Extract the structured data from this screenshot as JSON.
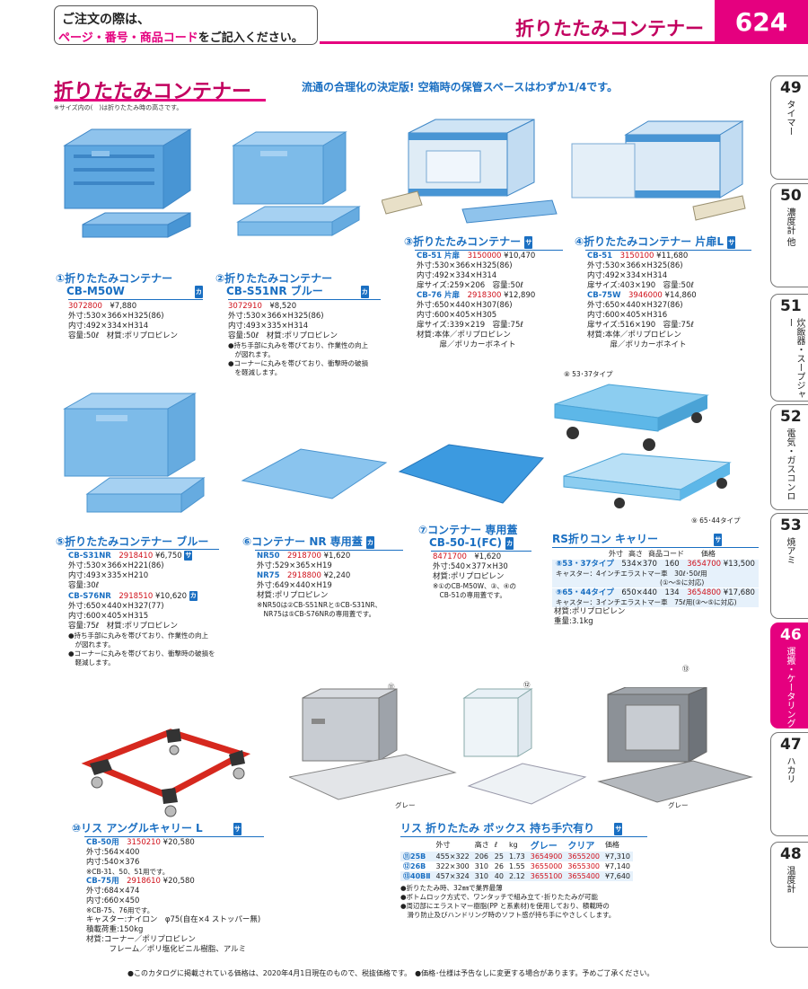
{
  "header": {
    "notice_line1": "ご注文の際は、",
    "notice_line2_pink": "ページ・番号・商品コード",
    "notice_line2_black": "をご記入ください。",
    "category_title": "折りたたみコンテナー",
    "page_number": "624"
  },
  "tabs": [
    {
      "num": "49",
      "label": "タイマー"
    },
    {
      "num": "50",
      "label": "濃度計 他"
    },
    {
      "num": "51",
      "label": "炊飯器・スープジャー"
    },
    {
      "num": "52",
      "label": "電気・ガスコンロ"
    },
    {
      "num": "53",
      "label": "焼アミ"
    },
    {
      "num": "46",
      "label": "運搬・ケータリング"
    },
    {
      "num": "47",
      "label": "ハカリ"
    },
    {
      "num": "48",
      "label": "温度計"
    }
  ],
  "section": {
    "title": "折りたたみコンテナー",
    "subtitle": "流通の合理化の決定版! 空箱時の保管スペースはわずか1/4です。",
    "note": "※サイズ内の(　)は折りたたみ時の高さです。"
  },
  "products": {
    "p1": {
      "no": "①",
      "name1": "折りたたみコンテナー",
      "name2": "CB-M50W",
      "badge": "カ",
      "code": "3072800",
      "price": "¥7,880",
      "lines": [
        "外寸:530×366×H325(86)",
        "内寸:492×334×H314",
        "容量:50ℓ　材質:ポリプロピレン"
      ]
    },
    "p2": {
      "no": "②",
      "name1": "折りたたみコンテナー",
      "name2": "CB-S51NR ブルー",
      "badge": "カ",
      "code": "3072910",
      "price": "¥8,520",
      "lines": [
        "外寸:530×366×H325(86)",
        "内寸:493×335×H314",
        "容量:50ℓ　材質:ポリプロピレン"
      ],
      "notes": [
        "●持ち手部に丸みを帯びており、作業性の向上",
        "　が図れます。",
        "●コーナーに丸みを帯びており、衝撃時の破損",
        "　を軽減します。"
      ]
    },
    "p3": {
      "no": "③",
      "name": "折りたたみコンテナー",
      "badge": "サ",
      "model1": "CB-51 片扉",
      "code1": "3150000",
      "price1": "¥10,470",
      "lines1": [
        "外寸:530×366×H325(86)",
        "内寸:492×334×H314",
        "扉サイズ:259×206　容量:50ℓ"
      ],
      "model2": "CB-76 片扉",
      "code2": "2918300",
      "price2": "¥12,890",
      "lines2": [
        "外寸:650×440×H307(86)",
        "内寸:600×405×H305",
        "扉サイズ:339×219　容量:75ℓ",
        "材質:本体／ポリプロピレン",
        "　　　扉／ポリカーボネイト"
      ]
    },
    "p4": {
      "no": "④",
      "name": "折りたたみコンテナー 片扉L",
      "badge": "サ",
      "model1": "CB-51",
      "code1": "3150100",
      "price1": "¥11,680",
      "lines1": [
        "外寸:530×366×H325(86)",
        "内寸:492×334×H314",
        "扉サイズ:403×190　容量:50ℓ"
      ],
      "model2": "CB-75W",
      "code2": "3946000",
      "price2": "¥14,860",
      "lines2": [
        "外寸:650×440×H327(86)",
        "内寸:600×405×H316",
        "扉サイズ:516×190　容量:75ℓ",
        "材質:本体／ポリプロピレン",
        "　　　扉／ポリカーボネイト"
      ]
    },
    "p5": {
      "no": "⑤",
      "name": "折りたたみコンテナー ブルー",
      "model1": "CB-S31NR",
      "code1": "2918410",
      "price1": "¥6,750",
      "badge": "サ",
      "lines1": [
        "外寸:530×366×H221(86)",
        "内寸:493×335×H210",
        "容量:30ℓ"
      ],
      "model2": "CB-S76NR",
      "code2": "2918510",
      "price2": "¥10,620",
      "badge2": "カ",
      "lines2": [
        "外寸:650×440×H327(77)",
        "内寸:600×405×H315",
        "容量:75ℓ　材質:ポリプロピレン"
      ],
      "notes": [
        "●持ち手部に丸みを帯びており、作業性の向上",
        "　が図れます。",
        "●コーナーに丸みを帯びており、衝撃時の破損を",
        "　軽減します。"
      ]
    },
    "p6": {
      "no": "⑥",
      "name": "コンテナー NR 専用蓋",
      "badge": "カ",
      "model1": "NR50",
      "code1": "2918700",
      "price1": "¥1,620",
      "line1": "外寸:529×365×H19",
      "model2": "NR75",
      "code2": "2918800",
      "price2": "¥2,240",
      "line2": "外寸:649×440×H19",
      "mat": "材質:ポリプロピレン",
      "notes": [
        "※NR50は②CB-S51NRと⑤CB-S31NR、",
        "　NR75は⑤CB-S76NRの専用蓋です。"
      ]
    },
    "p7": {
      "no": "⑦",
      "name1": "コンテナー 専用蓋",
      "name2": "CB-50-1(FC)",
      "badge": "カ",
      "code": "8471700",
      "price": "¥1,620",
      "lines": [
        "外寸:540×377×H30",
        "材質:ポリプロピレン",
        "※①のCB-M50W、③、④の",
        "　CB-51の専用蓋です。"
      ]
    },
    "p8": {
      "label_top": "⑧ 53･37タイプ",
      "label_bottom": "⑨ 65･44タイプ",
      "name": "RS折りコン キャリー",
      "badge": "サ",
      "headers": [
        "外寸",
        "高さ",
        "商品コード",
        "価格"
      ],
      "rows": [
        {
          "type": "⑧53・37タイプ",
          "size": "534×370",
          "h": "160",
          "code": "3654700",
          "price": "¥13,500",
          "caster": "キャスター：4インチエラストマー車　30ℓ･50ℓ用",
          "fit": "(①〜⑤に対応)"
        },
        {
          "type": "⑨65・44タイプ",
          "size": "650×440",
          "h": "134",
          "code": "3654800",
          "price": "¥17,680",
          "caster": "キャスター：3インチエラストマー車　75ℓ用(③〜⑤に対応)",
          "fit": ""
        }
      ],
      "mat": "材質:ポリプロピレン",
      "weight": "重量:3.1kg"
    },
    "p10": {
      "no": "⑩",
      "name": "リス アングルキャリー L",
      "badge": "サ",
      "model1": "CB-50用",
      "code1": "3150210",
      "price1": "¥20,580",
      "lines1": [
        "外寸:564×400",
        "内寸:540×376",
        "※CB-31、50、51用です。"
      ],
      "model2": "CB-75用",
      "code2": "2918610",
      "price2": "¥20,580",
      "lines2": [
        "外寸:684×474",
        "内寸:660×450",
        "※CB-75、76用です。",
        "キャスター:ナイロン　φ75(自在×4 ストッパー無)",
        "積載荷重:150kg",
        "材質:コーナー／ポリプロピレン",
        "　　　フレーム／ポリ塩化ビニル樹脂、アルミ"
      ]
    },
    "p11": {
      "labels": [
        "⑪",
        "⑫",
        "⑬"
      ],
      "color_left": "グレー",
      "color_right": "グレー",
      "name": "リス 折りたたみ ボックス 持ち手穴有り",
      "badge": "サ",
      "headers": [
        "外寸",
        "高さ",
        "ℓ",
        "kg",
        "グレー",
        "クリア",
        "価格"
      ],
      "rows": [
        {
          "model": "⑪25B",
          "size": "455×322",
          "h": "206",
          "l": "25",
          "kg": "1.73",
          "grey": "3654900",
          "clear": "3655200",
          "price": "¥7,310"
        },
        {
          "model": "⑫26B",
          "size": "322×300",
          "h": "310",
          "l": "26",
          "kg": "1.55",
          "grey": "3655000",
          "clear": "3655300",
          "price": "¥7,140"
        },
        {
          "model": "⑬40BⅡ",
          "size": "457×324",
          "h": "310",
          "l": "40",
          "kg": "2.12",
          "grey": "3655100",
          "clear": "3655400",
          "price": "¥7,640"
        }
      ],
      "notes": [
        "●折りたたみ時、32㎜で業界最薄",
        "●ボトムロック方式で、ワンタッチで組み立て･折りたたみが可能",
        "●周辺部にエラストマー樹脂(PP と系素材)を使用しており、積載時の",
        "　滑り防止及びハンドリング時のソフト感が持ち手にやさしくします。"
      ]
    }
  },
  "footer": "●このカタログに掲載されている価格は、2020年4月1日現在のもので、税抜価格です。　●価格･仕様は予告なしに変更する場合があります。予めご了承ください。",
  "colors": {
    "accent": "#e5007f",
    "title": "#c2005f",
    "blue": "#1a6fc2",
    "code": "#d0101a"
  }
}
